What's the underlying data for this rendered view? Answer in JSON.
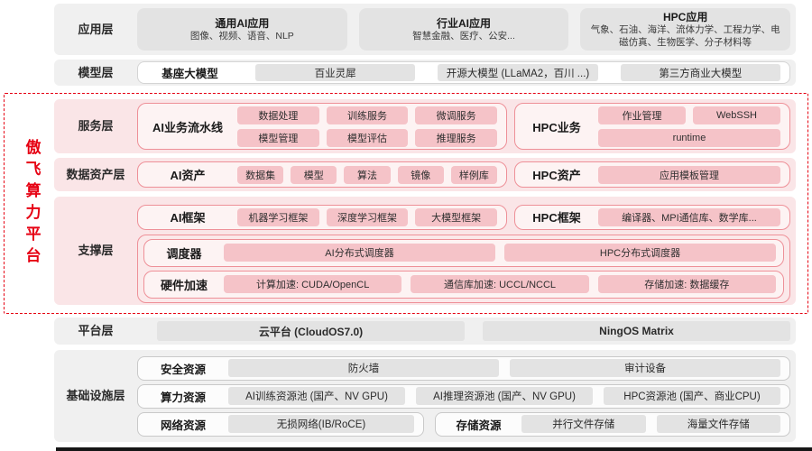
{
  "platform": {
    "vertical_title": "傲飞算力平台"
  },
  "colors": {
    "accent_red": "#e60012",
    "pink_border": "#ee9098",
    "pink_button": "#f5c3c8",
    "gray_button": "#e3e3e3"
  },
  "layers": {
    "app": {
      "label": "应用层",
      "boxes": [
        {
          "title": "通用AI应用",
          "subtitle": "图像、视频、语音、NLP"
        },
        {
          "title": "行业AI应用",
          "subtitle": "智慧金融、医疗、公安..."
        },
        {
          "title": "HPC应用",
          "subtitle": "气象、石油、海洋、流体力学、工程力学、电磁仿真、生物医学、分子材料等"
        }
      ]
    },
    "model": {
      "label": "模型层",
      "group_title": "基座大模型",
      "items": [
        "百业灵犀",
        "开源大模型 (LLaMA2，百川 ...)",
        "第三方商业大模型"
      ]
    },
    "service": {
      "label": "服务层",
      "ai": {
        "title": "AI业务流水线",
        "items": [
          "数据处理",
          "训练服务",
          "微调服务",
          "模型管理",
          "模型评估",
          "推理服务"
        ]
      },
      "hpc": {
        "title": "HPC业务",
        "items": [
          "作业管理",
          "WebSSH",
          "runtime"
        ]
      }
    },
    "data_asset": {
      "label": "数据资产层",
      "ai": {
        "title": "AI资产",
        "items": [
          "数据集",
          "模型",
          "算法",
          "镜像",
          "样例库"
        ]
      },
      "hpc": {
        "title": "HPC资产",
        "items": [
          "应用模板管理"
        ]
      }
    },
    "support": {
      "label": "支撑层",
      "ai_framework": {
        "title": "AI框架",
        "items": [
          "机器学习框架",
          "深度学习框架",
          "大模型框架"
        ]
      },
      "hpc_framework": {
        "title": "HPC框架",
        "items": [
          "编译器、MPI通信库、数学库..."
        ]
      },
      "scheduler": {
        "title": "调度器",
        "items": [
          "AI分布式调度器",
          "HPC分布式调度器"
        ]
      },
      "hw_accel": {
        "title": "硬件加速",
        "items": [
          "计算加速: CUDA/OpenCL",
          "通信库加速: UCCL/NCCL",
          "存储加速: 数据缓存"
        ]
      }
    },
    "platform_layer": {
      "label": "平台层",
      "items": [
        "云平台 (CloudOS7.0)",
        "NingOS Matrix"
      ]
    },
    "infra": {
      "label": "基础设施层",
      "security": {
        "title": "安全资源",
        "items": [
          "防火墙",
          "审计设备"
        ]
      },
      "compute": {
        "title": "算力资源",
        "items": [
          "AI训练资源池 (国产、NV GPU)",
          "AI推理资源池 (国产、NV GPU)",
          "HPC资源池 (国产、商业CPU)"
        ]
      },
      "network": {
        "title": "网络资源",
        "items": [
          "无损网络(IB/RoCE)"
        ]
      },
      "storage": {
        "title": "存储资源",
        "items": [
          "并行文件存储",
          "海量文件存储"
        ]
      }
    }
  }
}
